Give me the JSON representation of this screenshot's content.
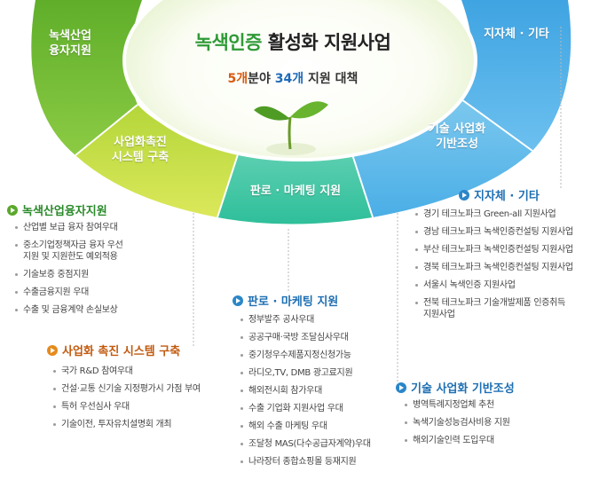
{
  "center": {
    "title_green": "녹색인증",
    "title_rest": "활성화 지원사업",
    "sub_n1": "5개",
    "sub_t1": "분야 ",
    "sub_n2": "34개",
    "sub_t2": " 지원 대책"
  },
  "segments": [
    {
      "line1": "녹색산업",
      "line2": "융자지원"
    },
    {
      "line1": "사업화촉진",
      "line2": "시스템 구축"
    },
    {
      "line1": "판로 · 마케팅 지원",
      "line2": ""
    },
    {
      "line1": "기술 사업화",
      "line2": "기반조성"
    },
    {
      "line1": "지자체 · 기타",
      "line2": ""
    }
  ],
  "sections": {
    "finance": {
      "title": "녹색산업융자지원",
      "items": [
        "산업별 보급 융자 참여우대",
        "중소기업정책자금 융자 우선",
        "지원 및 지원한도 예외적용",
        "기술보증 중점지원",
        "수출금융지원 우대",
        "수출 및 금융계약 손실보상"
      ]
    },
    "commercialization": {
      "title": "사업화 촉진 시스템 구축",
      "items": [
        "국가 R&D 참여우대",
        "건설·교통 신기술 지정평가시 가점 부여",
        "특허 우선심사 우대",
        "기술이전, 투자유치설명회 개최"
      ]
    },
    "marketing": {
      "title": "판로 · 마케팅 지원",
      "items": [
        "정부발주 공사우대",
        "공공구매·국방 조달심사우대",
        "중기청우수제품지정신청가능",
        "라디오,TV, DMB 광고료지원",
        "해외전시회 참가우대",
        "수출 기업화 지원사업 우대",
        "해외 수출 마케팅 우대",
        "조달청 MAS(다수공급자계약)우대",
        "나라장터 종합쇼핑몰 등재지원"
      ]
    },
    "local": {
      "title": "지자체 · 기타",
      "items": [
        "경기 테크노파크 Green-all 지원사업",
        "경남 테크노파크 녹색인증컨설팅 지원사업",
        "부산 테크노파크 녹색인증컨설팅 지원사업",
        "경북 테크노파크 녹색인증컨설팅 지원사업",
        "서울시 녹색인증 지원사업",
        "전북 테크노파크 기술개발제품 인증취득",
        "지원사업"
      ]
    },
    "infra": {
      "title": "기술 사업화 기반조성",
      "items": [
        "병역특례지정업체 추천",
        "녹색기술성능검사비용 지원",
        "해외기술인력 도입우대"
      ]
    }
  },
  "colors": {
    "seg_finance": "#7bbf3a",
    "seg_commercialization": "#c6dc3e",
    "seg_marketing": "#3fc7a6",
    "seg_infra": "#5cb8e8",
    "seg_local": "#58b4ea",
    "title_green": "#2f9a36",
    "accent_orange": "#d85a0f",
    "accent_blue": "#1f6ab8"
  }
}
